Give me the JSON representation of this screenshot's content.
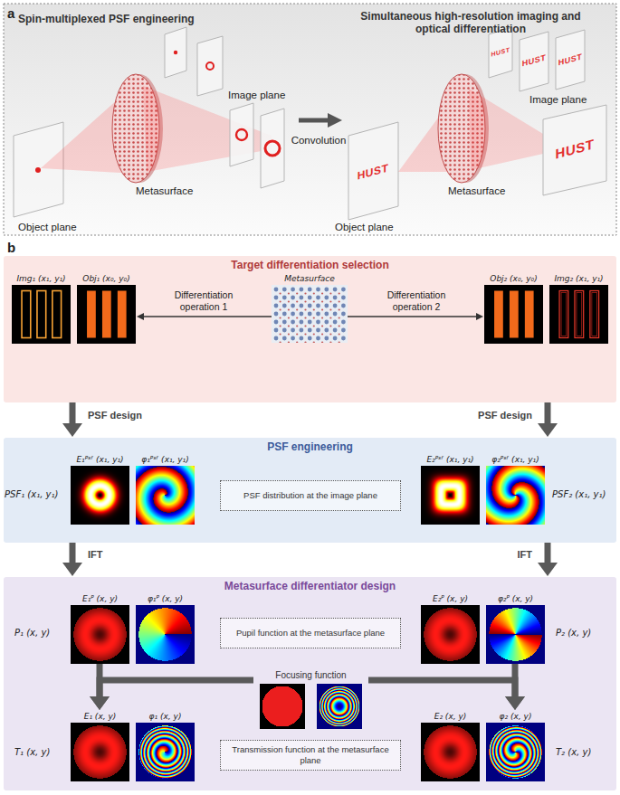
{
  "diagram": {
    "nodes": [
      {
        "text": [
          "Target differentiation selection"
        ]
      },
      {
        "text": [
          "Img₁ (x₁, y₁)"
        ],
        "in": 0
      },
      {
        "text": [
          "Obj₁ (x₀, y₀)"
        ],
        "in": 0
      },
      {
        "text": [
          "Metasurface"
        ],
        "in": 0
      },
      {
        "text": [
          "Obj₂ (x₀, y₀)"
        ],
        "in": 0
      },
      {
        "text": [
          "Img₂ (x₁, y₁)"
        ],
        "in": 0
      },
      {
        "text": [
          "PSF engineering"
        ]
      },
      {
        "text": [
          "E₁ᴾˢᶠ (x₁, y₁)"
        ],
        "in": 6
      },
      {
        "text": [
          "φ₁ᴾˢᶠ (x₁, y₁)"
        ],
        "in": 6
      },
      {
        "text": [
          "PSF distribution at the image plane"
        ],
        "in": 6
      },
      {
        "text": [
          "E₂ᴾˢᶠ (x₁, y₁)"
        ],
        "in": 6
      },
      {
        "text": [
          "φ₂ᴾˢᶠ (x₁, y₁)"
        ],
        "in": 6
      },
      {
        "text": [
          "Metasurface differentiator design"
        ]
      },
      {
        "text": [
          "E₁ᴾ (x, y)"
        ],
        "in": 12
      },
      {
        "text": [
          "φ₁ᴾ (x, y)"
        ],
        "in": 12
      },
      {
        "text": [
          "Pupil function at the metasurface plane"
        ],
        "in": 12
      },
      {
        "text": [
          "E₂ᴾ (x, y)"
        ],
        "in": 12
      },
      {
        "text": [
          "φ₂ᴾ (x, y)"
        ],
        "in": 12
      },
      {
        "text": [
          "Focusing function"
        ],
        "in": 12
      },
      {
        "text": [
          "E₁ (x, y)"
        ],
        "in": 12
      },
      {
        "text": [
          "φ₁ (x, y)"
        ],
        "in": 12
      },
      {
        "text": [
          "Transmission function at the metasurface plane"
        ],
        "in": 12
      },
      {
        "text": [
          "E₂ (x, y)"
        ],
        "in": 12
      },
      {
        "text": [
          "φ₂ (x, y)"
        ],
        "in": 12
      }
    ],
    "edges": [
      {
        "from": 3,
        "to": 2,
        "label": "Differentiation operation 1",
        "arrow": "to"
      },
      {
        "from": 3,
        "to": 4,
        "label": "Differentiation operation 2",
        "arrow": "to"
      },
      {
        "from": 0,
        "to": 6,
        "label": "PSF design",
        "arrow": "to"
      },
      {
        "from": 0,
        "to": 6,
        "label": "PSF design",
        "arrow": "to"
      },
      {
        "from": 6,
        "to": 12,
        "label": "IFT",
        "arrow": "to"
      },
      {
        "from": 6,
        "to": 12,
        "label": "IFT",
        "arrow": "to"
      },
      {
        "from": 13,
        "to": 19,
        "arrow": "to"
      },
      {
        "from": 18,
        "to": 19,
        "arrow": "to"
      },
      {
        "from": 17,
        "to": 23,
        "arrow": "to"
      },
      {
        "from": 18,
        "to": 23,
        "arrow": "to"
      }
    ],
    "labels": [
      "a",
      "Spin-multiplexed PSF engineering",
      "Image plane",
      "Metasurface",
      "Object plane",
      "Convolution",
      "Simultaneous high-resolution imaging and optical differentiation",
      "Image plane",
      "Metasurface",
      "Object plane",
      "HUST",
      "HUST",
      "HUST",
      "HUST",
      "HUST",
      "b",
      "PSF₁ (x₁, y₁)",
      "PSF₂ (x₁, y₁)",
      "P₁ (x, y)",
      "P₂ (x, y)",
      "T₁ (x, y)",
      "T₂ (x, y)"
    ]
  }
}
